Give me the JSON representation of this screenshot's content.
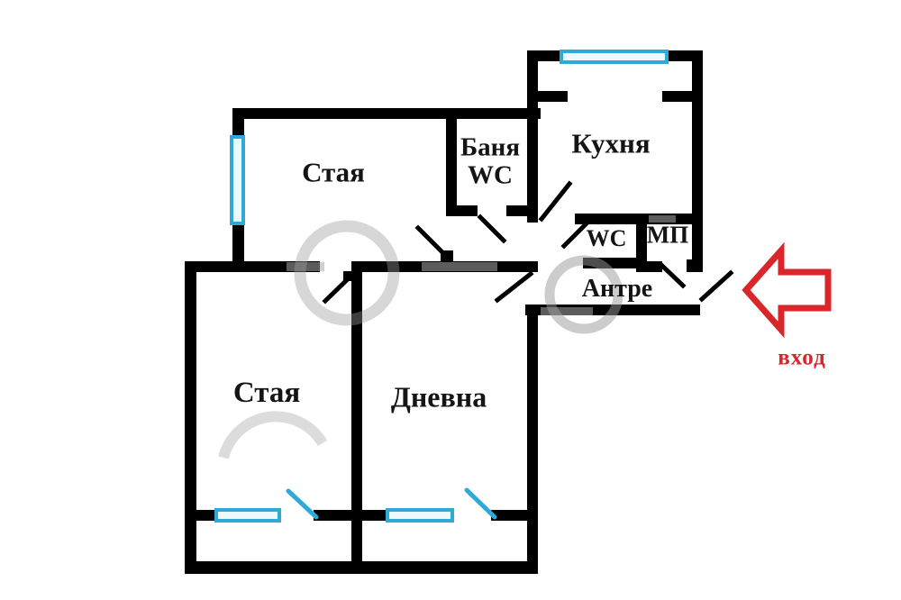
{
  "rooms": {
    "room_top": "Стая",
    "bathroom_line1": "Баня",
    "bathroom_line2": "WC",
    "kitchen": "Кухня",
    "wc": "WC",
    "mp": "МП",
    "hallway": "Антре",
    "room_bottom": "Стая",
    "living_room": "Дневна"
  },
  "entrance": {
    "label": "вход"
  },
  "colors": {
    "wall": "#000000",
    "window_border": "#2fa9d6",
    "window_fill": "#eef9fd",
    "entrance_red": "#d9262b",
    "watermark_gray": "#9a9a9a"
  }
}
